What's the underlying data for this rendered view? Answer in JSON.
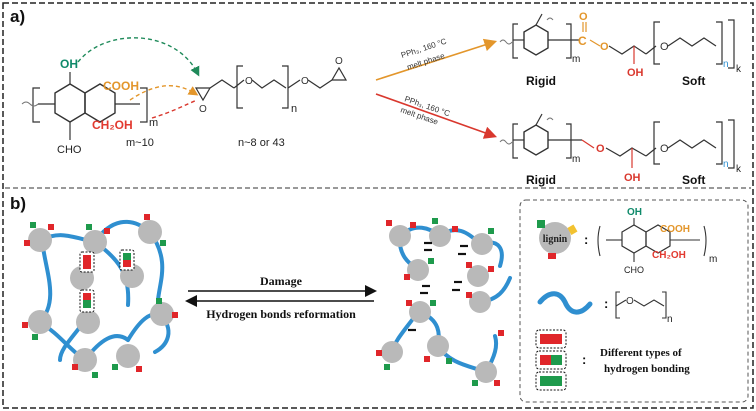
{
  "panel_a": {
    "label": "a)",
    "monomer": {
      "oh": "OH",
      "cooh": "COOH",
      "ch2oh": "CH₂OH",
      "cho": "CHO",
      "m_sub": "m",
      "m_value": "m~10"
    },
    "epoxide": {
      "n_sub": "n",
      "n_value": "n~8 or 43"
    },
    "arrow_top": {
      "line1": "PPh₃, 160 °C",
      "line2": "melt phase"
    },
    "arrow_bottom": {
      "line1": "PPh₃, 160 °C",
      "line2": "melt phase"
    },
    "product_top": {
      "m_sub": "m",
      "n_sub": "n",
      "k_sub": "k",
      "oh": "OH",
      "rigid": "Rigid",
      "soft": "Soft"
    },
    "product_bottom": {
      "m_sub": "m",
      "n_sub": "n",
      "k_sub": "k",
      "oh": "OH",
      "rigid": "Rigid",
      "soft": "Soft"
    }
  },
  "panel_b": {
    "label": "b)",
    "arrow_forward": "Damage",
    "arrow_back": "Hydrogen bonds reformation",
    "legend": {
      "lignin_label": "lignin",
      "colon": ":",
      "oh": "OH",
      "cooh": "COOH",
      "ch2oh": "CH₂OH",
      "cho": "CHO",
      "m_sub": "m",
      "n_sub": "n",
      "hbond_line1": "Different types of",
      "hbond_line2": "hydrogen bonding"
    }
  },
  "colors": {
    "teal": "#0f8a6a",
    "orange": "#e3962b",
    "red": "#e23a30",
    "blue": "#2f8fd0",
    "grey_node": "#b9b9b9",
    "green_tab": "#1e9a4c",
    "red_tab": "#e0262a",
    "yellow_tab": "#f2c230"
  }
}
